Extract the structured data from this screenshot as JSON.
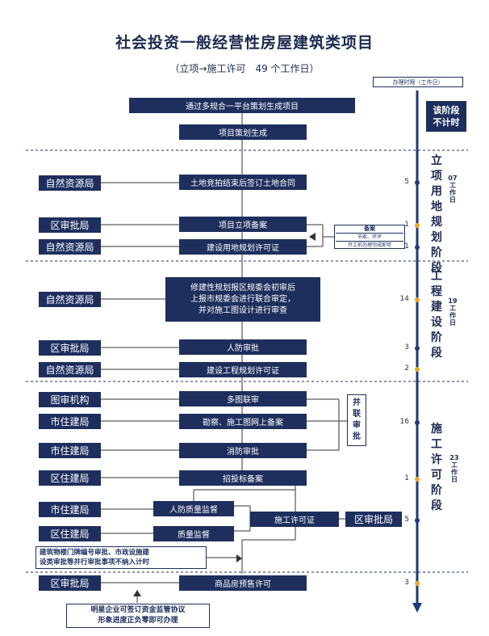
{
  "title": "社会投资一般经营性房屋建筑类项目",
  "subtitle": "（立项→施工许可　49 个工作日）",
  "legend": "办理时限（工作日）",
  "steps": {
    "s1": "通过多规合一平台策划生成项目",
    "s2": "项目策划生成",
    "s3": "土地竞拍结束后签订土地合同",
    "s4": "项目立项备案",
    "s5": "建设用地规划许可证",
    "s6": "修建性规划报区规委会初审后\n上报市规委会进行联合审定，\n并对施工图设计进行审查",
    "s7": "人防审批",
    "s8": "建设工程规划许可证",
    "s9": "多图联审",
    "s10": "勘察、施工图网上备案",
    "s11": "消防审批",
    "s12": "招投标备案",
    "s13": "人防质量监督",
    "s14": "质量监督",
    "s15": "施工许可证",
    "s16": "商品房预售许可"
  },
  "depts": {
    "d3": "自然资源局",
    "d4": "区审批局",
    "d5": "自然资源局",
    "d6": "自然资源局",
    "d7": "区审批局",
    "d8": "自然资源局",
    "d9": "图审机构",
    "d10": "市住建局",
    "d11": "市住建局",
    "d12": "区住建局",
    "d13": "市住建局",
    "d14": "区住建局",
    "d15": "区审批局",
    "d16": "区审批局"
  },
  "stages": {
    "nocount": "该阶段\n不计时",
    "land": "立\n项\n用\n地\n规\n划\n阶\n段",
    "land_days": "07\n工\n作\n日",
    "eng": "工\n程\n建\n设\n阶\n段",
    "eng_days": "19\n工\n作\n日",
    "cons": "施\n工\n许\n可\n阶\n段",
    "cons_days": "23\n工\n作\n日"
  },
  "numbers": {
    "n3": "5",
    "n4": "1",
    "n5": "1",
    "n6": "14",
    "n7": "3",
    "n8": "2",
    "n10": "16",
    "n12": "1",
    "n15": "5",
    "n16": "3"
  },
  "notes": {
    "filing_title": "备案",
    "filing_line1": "节能、环评",
    "filing_line2": "开工前办理完成即可",
    "parallel": "并\n联\n审\n批",
    "bottom_note": "建筑物楼门牌编号审批、市政设施建\n设类审批等并行审批事项不纳入计时",
    "footer_note": "明星企业可签订资金监管协议\n形象进度正负零即可办理"
  },
  "colors": {
    "navy": "#1e2f5e",
    "orange": "#f2a520",
    "timeline": "#1e3a7a"
  }
}
